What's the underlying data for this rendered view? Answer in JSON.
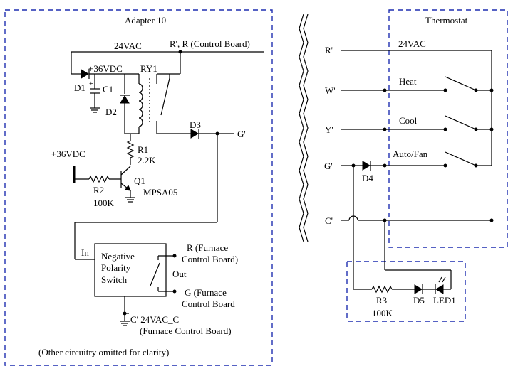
{
  "adapter": {
    "title": "Adapter 10",
    "vac_label": "24VAC",
    "control_label": "R', R (Control Board)",
    "vdc_label_top": "+36VDC",
    "vdc_label_left": "+36VDC",
    "ry1": "RY1",
    "d1": "D1",
    "c1": "C1",
    "c1_plus": "+",
    "d2": "D2",
    "d3": "D3",
    "r1": "R1",
    "r1_val": "2.2K",
    "r2": "R2",
    "r2_val": "100K",
    "q1": "Q1",
    "q1_part": "MPSA05",
    "g_prime": "G'",
    "in_label": "In",
    "switch_line1": "Negative",
    "switch_line2": "Polarity",
    "switch_line3": "Switch",
    "out_label": "Out",
    "r_furnace_line1": "R  (Furnace",
    "r_furnace_line2": "Control Board)",
    "g_furnace_line1": "G  (Furnace",
    "g_furnace_line2": "Control Board",
    "c_label": "C'  24VAC_C",
    "c_furnace": "(Furnace Control Board)",
    "note": "(Other circuitry omitted for clarity)"
  },
  "thermostat": {
    "title": "Thermostat",
    "vac_label": "24VAC",
    "r_prime": "R'",
    "w_prime": "W'",
    "y_prime": "Y'",
    "g_prime": "G'",
    "c_prime": "C'",
    "heat": "Heat",
    "cool": "Cool",
    "auto_fan": "Auto/Fan",
    "d4": "D4",
    "r3": "R3",
    "r3_val": "100K",
    "d5": "D5",
    "led1": "LED1"
  },
  "colors": {
    "boundary": "#1f2fb0",
    "wire": "#000000"
  }
}
